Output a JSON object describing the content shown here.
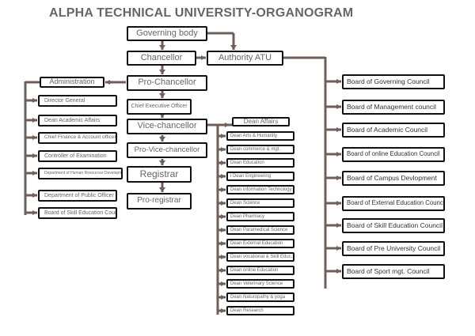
{
  "title": "ALPHA TECHNICAL UNIVERSITY-ORGANOGRAM",
  "line_color": "#6e5f5a",
  "main": [
    "Governing body",
    "Chancellor",
    "Authority ATU",
    "Pro-Chancellor",
    "Chief Executive Officer",
    "Vice-chancellor",
    "Pro-Vice-chancellor",
    "Registrar",
    "Pro-registrar"
  ],
  "administration": {
    "label": "Administration",
    "items": [
      "Director General",
      "Dean Academic Affairs",
      "Chief Finance & Account officer",
      "Controller of Examination",
      "Department of Human Resources Development",
      "Department of Public Officer & R.T.I.",
      "Board of Skill Education Council"
    ]
  },
  "dean_affairs": {
    "label": "Dean Affairs",
    "items": [
      "Dean Arts & Humanity",
      "Dean commerce & mgt.",
      "Dean Education",
      "l Dean Engineering",
      "Dean information Technology",
      "Dean Science",
      "Dean Pharmacy",
      "Dean Paramedical Science",
      "Dean External Education",
      "Dean vocational & Skill Educ.",
      "Dean online Education",
      "Dean Veterinary Science",
      "Dean Naturopathy & yoga",
      "Dean Research"
    ]
  },
  "boards": [
    "Board of Governing Council",
    "Board of Management council",
    "Board of Academic Council",
    "Board of online Education Council",
    "Board of Campus  Devlopment",
    "Board of External Education Council",
    "Board of Skill Education Council",
    "Board of Pre University Council",
    "Board of Sport mgt.  Council"
  ]
}
